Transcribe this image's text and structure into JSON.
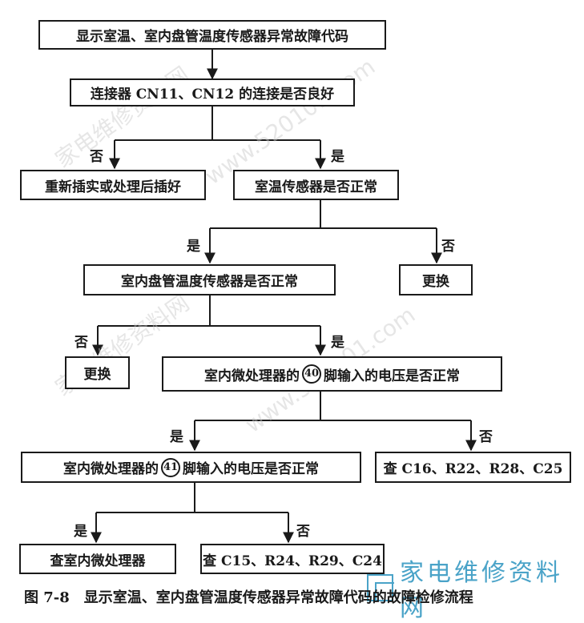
{
  "flowchart": {
    "nodes": {
      "start": "显示室温、室内盘管温度传感器异常故障代码",
      "check_connectors": "连接器 CN11、CN12 的连接是否良好",
      "reinsert": "重新插实或处理后插好",
      "room_sensor": "室温传感器是否正常",
      "replace_1": "更换",
      "coil_sensor": "室内盘管温度传感器是否正常",
      "replace_2": "更换",
      "pin40_pre": "室内微处理器的",
      "pin40_num": "40",
      "pin40_post": "脚输入的电压是否正常",
      "pin41_pre": "室内微处理器的",
      "pin41_num": "41",
      "pin41_post": "脚输入的电压是否正常",
      "check_c16": "查 C16、R22、R28、C25",
      "check_mcu": "查室内微处理器",
      "check_c15": "查 C15、R24、R29、C24"
    },
    "labels": {
      "yes": "是",
      "no": "否"
    }
  },
  "caption": "图 7-8　显示室温、室内盘管温度传感器异常故障代码的故障检修流程",
  "logo_text": "家电维修资料网",
  "watermark": [
    "家电维修资料网",
    "www.520101.com"
  ],
  "colors": {
    "line": "#1a1a1a",
    "logo": "#4aa3c8"
  }
}
